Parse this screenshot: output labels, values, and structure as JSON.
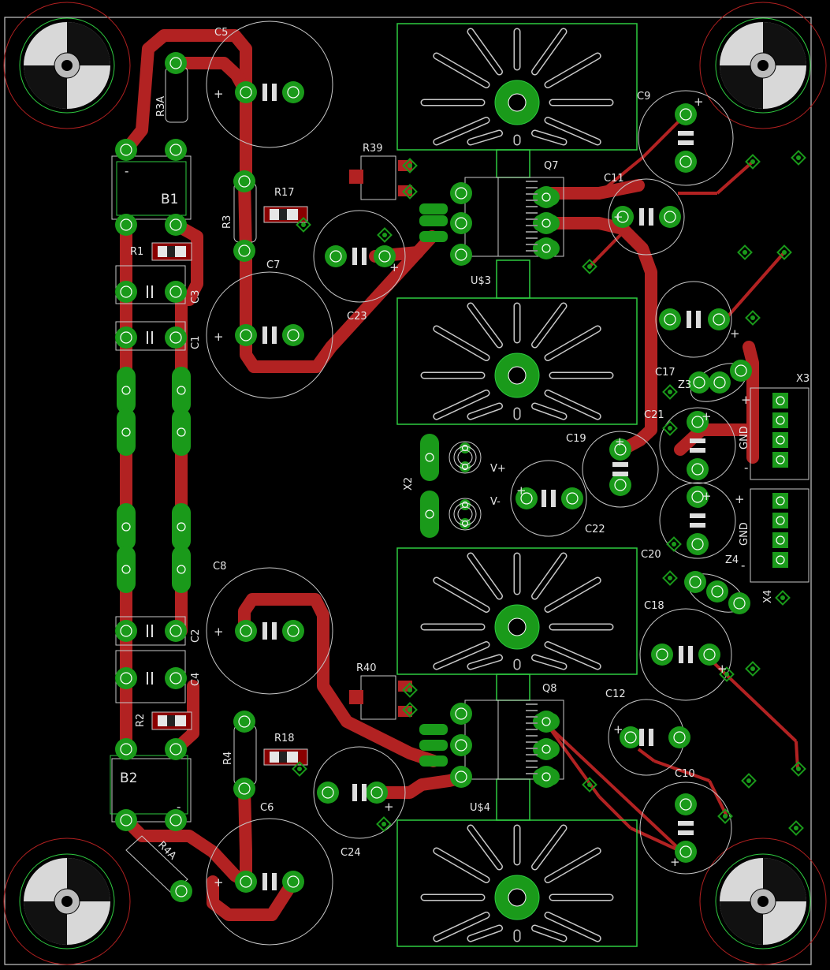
{
  "board": {
    "colors": {
      "background": "#000000",
      "copper": "#b22222",
      "pad": "#1a9a1a",
      "outline": "#c8c8c8",
      "silk_green": "#2ecc40",
      "hole_ring": "#b02020",
      "silk_red": "#ff3b3b"
    }
  },
  "labels": {
    "C5": "C5",
    "R3A": "R3A",
    "B1": "B1",
    "R17": "R17",
    "R3": "R3",
    "R1": "R1",
    "C3": "C3",
    "C1": "C1",
    "C7": "C7",
    "C23": "C23",
    "R39": "R39",
    "Q7": "Q7",
    "US3": "U$3",
    "C9": "C9",
    "C11": "C11",
    "C17": "C17",
    "Z3": "Z3",
    "X3": "X3",
    "C21": "C21",
    "C19": "C19",
    "X2": "X2",
    "Vplus": "V+",
    "Vminus": "V-",
    "C22": "C22",
    "GND1": "GND",
    "GND2": "GND",
    "C20": "C20",
    "Z4": "Z4",
    "X4": "X4",
    "C8": "C8",
    "C18": "C18",
    "C2": "C2",
    "C4": "C4",
    "R40": "R40",
    "Q8": "Q8",
    "C12": "C12",
    "R2": "R2",
    "R4": "R4",
    "R18": "R18",
    "B2": "B2",
    "C24": "C24",
    "C10": "C10",
    "US4": "U$4",
    "C6": "C6",
    "R4A": "R4A"
  },
  "symbols": {
    "plus": "+",
    "minus": "-"
  }
}
